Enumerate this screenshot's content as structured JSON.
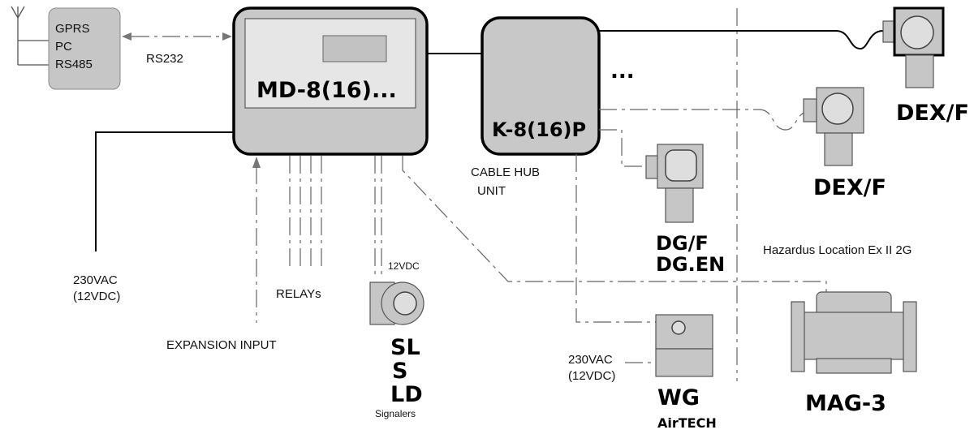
{
  "communication": {
    "line1": "GPRS",
    "line2": "PC",
    "line3": "RS485",
    "link_label": "RS232"
  },
  "controller": {
    "label": "MD-8(16)..."
  },
  "cable_hub": {
    "label": "K-8(16)P",
    "caption_line1": "CABLE HUB",
    "caption_line2": "UNIT",
    "more": "..."
  },
  "power_left": {
    "line1": "230VAC",
    "line2": "(12VDC)"
  },
  "relays": "RELAYs",
  "expansion_input": "EXPANSION INPUT",
  "signalers": {
    "voltage": "12VDC",
    "line1": "SL",
    "line2": "S",
    "line3": "LD",
    "caption": "Signalers"
  },
  "devices": {
    "dex_top": "DEX/F",
    "dex_mid": "DEX/F",
    "dg_line1": "DG/F",
    "dg_line2": "DG.EN",
    "wg_power_line1": "230VAC",
    "wg_power_line2": "(12VDC)",
    "wg": "WG",
    "airtech": "AirTECH",
    "mag": "MAG-3"
  },
  "hazard_zone": "Hazardus Location Ex II 2G"
}
